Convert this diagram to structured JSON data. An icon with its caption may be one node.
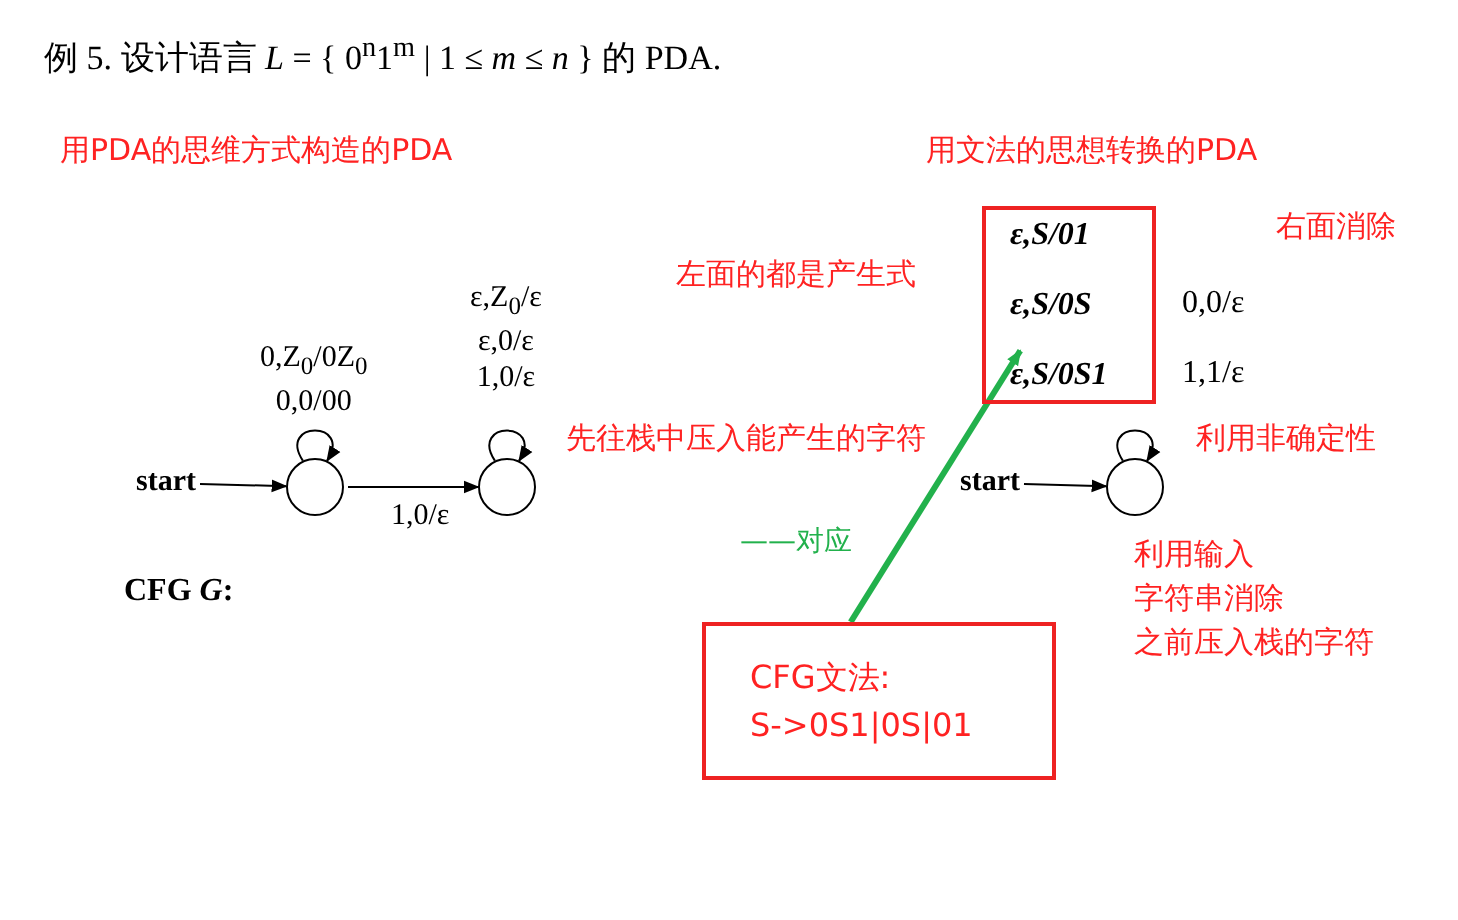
{
  "diagram": {
    "title": "例 5. 设计语言 *L* = { 0$^{n}$1$^{m}$ | 1 ≤ *m* ≤ *n* } 的 PDA.",
    "nodes": [
      {
        "text": [
          "start"
        ]
      },
      {
        "text": [],
        "shape": "circle"
      },
      {
        "text": [],
        "shape": "circle"
      },
      {
        "text": [
          "start"
        ]
      },
      {
        "text": [],
        "shape": "circle"
      },
      {
        "text": [
          "ε,S/01",
          "ε,S/0S",
          "ε,S/0S1"
        ]
      },
      {
        "text": [
          "CFG文法:",
          "S->0S1|0S|01"
        ]
      }
    ],
    "edges": [
      {
        "from": 0,
        "to": 1,
        "arrow": "to"
      },
      {
        "from": 1,
        "to": 1,
        "arrow": "to",
        "label": "0,Z$_{0}$/0Z$_{0}$ 0,0/00"
      },
      {
        "from": 1,
        "to": 2,
        "arrow": "to",
        "label": "1,0/ε"
      },
      {
        "from": 2,
        "to": 2,
        "arrow": "to",
        "label": "ε,Z$_{0}$/ε ε,0/ε 1,0/ε"
      },
      {
        "from": 3,
        "to": 4,
        "arrow": "to"
      },
      {
        "from": 4,
        "to": 4,
        "arrow": "to"
      },
      {
        "from": 6,
        "to": 5,
        "arrow": "to",
        "label": "——对应",
        "style": "thick",
        "color": "#22b14c"
      }
    ],
    "labels": [
      "用PDA的思维方式构造的PDA",
      "用文法的思想转换的PDA",
      "右面消除",
      "左面的都是产生式",
      "0,0/ε",
      "1,1/ε",
      "先往栈中压入能产生的字符",
      "利用非确定性",
      "CFG *G*:",
      "利用输入字符串消除之前压入栈的字符"
    ]
  }
}
